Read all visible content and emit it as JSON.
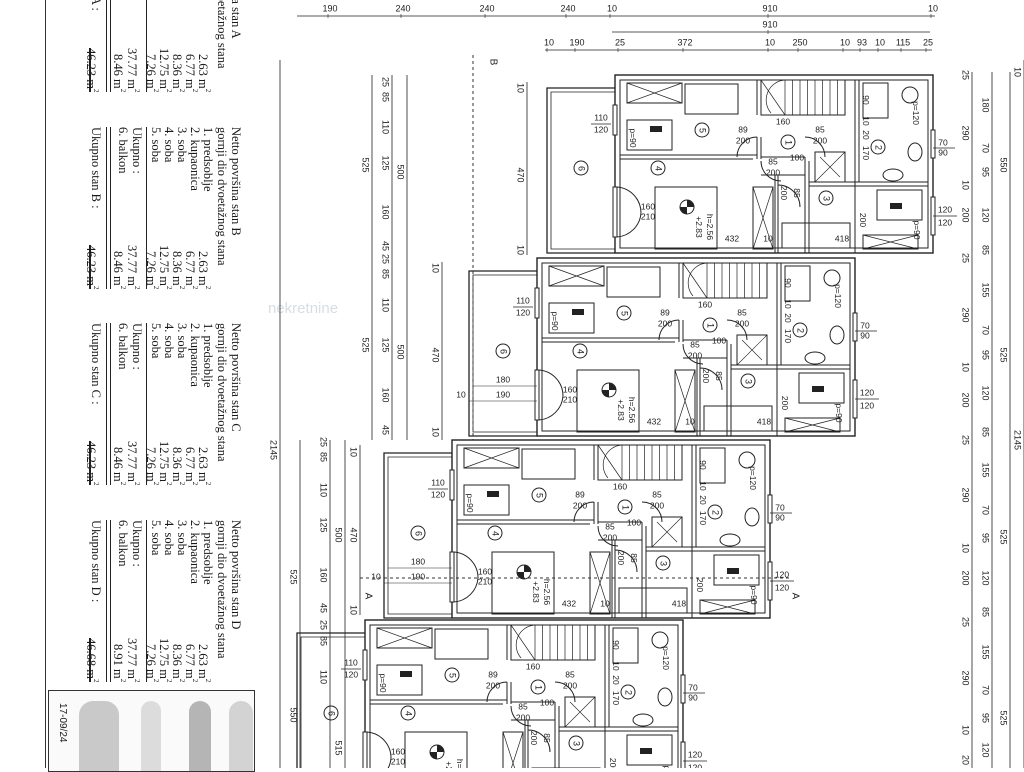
{
  "tables": [
    {
      "title": "Netto površina  stan A",
      "subtitle": "gornji dio dvoetažnog stana",
      "items": [
        {
          "label": "1.  predsoblje",
          "value": "2.63 m"
        },
        {
          "label": "2.  kupaonica",
          "value": "6.77 m"
        },
        {
          "label": "3.  soba",
          "value": "8.36 m"
        },
        {
          "label": "4.  soba",
          "value": "12.75 m"
        },
        {
          "label": "5.  soba",
          "value": "7.26 m"
        }
      ],
      "subtotal_label": "Ukupno :",
      "subtotal_value": "37.77 m",
      "balcony_label": "6.  balkon",
      "balcony_value": "8.46 m",
      "total_label": "Ukupno stan A :",
      "total_value": "46.23 m"
    },
    {
      "title": "Netto površina  stan B",
      "subtitle": "gornji dio dvoetažnog stana",
      "items": [
        {
          "label": "1.  predsoblje",
          "value": "2.63 m"
        },
        {
          "label": "2.  kupaonica",
          "value": "6.77 m"
        },
        {
          "label": "3.  soba",
          "value": "8.36 m"
        },
        {
          "label": "4.  soba",
          "value": "12.75 m"
        },
        {
          "label": "5.  soba",
          "value": "7.26 m"
        }
      ],
      "subtotal_label": "Ukupno :",
      "subtotal_value": "37.77 m",
      "balcony_label": "6.  balkon",
      "balcony_value": "8.46 m",
      "total_label": "Ukupno stan B :",
      "total_value": "46.23 m"
    },
    {
      "title": "Netto površina  stan C",
      "subtitle": "gornji dio dvoetažnog stana",
      "items": [
        {
          "label": "1.  predsoblje",
          "value": "2.63 m"
        },
        {
          "label": "2.  kupaonica",
          "value": "6.77 m"
        },
        {
          "label": "3.  soba",
          "value": "8.36 m"
        },
        {
          "label": "4.  soba",
          "value": "12.75 m"
        },
        {
          "label": "5.  soba",
          "value": "7.26 m"
        }
      ],
      "subtotal_label": "Ukupno :",
      "subtotal_value": "37.77 m",
      "balcony_label": "6.  balkon",
      "balcony_value": "8.46 m",
      "total_label": "Ukupno stan C :",
      "total_value": "46.23 m"
    },
    {
      "title": "Netto površina  stan D",
      "subtitle": "gornji dio dvoetažnog stana",
      "items": [
        {
          "label": "1.  predsoblje",
          "value": "2.63 m"
        },
        {
          "label": "2.  kupaonica",
          "value": "6.77 m"
        },
        {
          "label": "3.  soba",
          "value": "8.36 m"
        },
        {
          "label": "4.  soba",
          "value": "12.75 m"
        },
        {
          "label": "5.  soba",
          "value": "7.26 m"
        }
      ],
      "subtotal_label": "Ukupno :",
      "subtotal_value": "37.77 m",
      "balcony_label": "6.  balkon",
      "balcony_value": "8.91 m",
      "total_label": "Ukupno stan D :",
      "total_value": "46.68 m"
    }
  ],
  "area_unit_superscript": "2",
  "title_block": {
    "date": "17-09/24"
  },
  "watermark": "nekretnine",
  "section_markers": {
    "a": "A",
    "b": "B"
  },
  "unit_template": {
    "room_numbers": [
      "5",
      "4",
      "1",
      "2",
      "3",
      "6"
    ],
    "labels": [
      "110",
      "120",
      "p=90",
      "89",
      "200",
      "160",
      "85",
      "200",
      "100",
      "85",
      "200",
      "85",
      "200",
      "90",
      "10",
      "20",
      "170",
      "p=120",
      "70",
      "90",
      "120",
      "120",
      "200",
      "p=90",
      "160",
      "210",
      "+2.83",
      "h=2.56",
      "432",
      "10",
      "418"
    ],
    "balcony_dims": [
      "180",
      "10",
      "190"
    ]
  },
  "dimensions": {
    "top_row1": [
      "190",
      "240",
      "240",
      "240",
      "10",
      "910",
      "10"
    ],
    "top_row2": [
      "910"
    ],
    "top_row3": [
      "10",
      "190",
      "25",
      "372",
      "10",
      "250",
      "10",
      "93",
      "10",
      "115",
      "25"
    ],
    "right_col1": [
      "25",
      "290",
      "10",
      "200",
      "25",
      "290",
      "10",
      "200",
      "25",
      "290",
      "10",
      "200",
      "25",
      "290",
      "10",
      "20"
    ],
    "right_col2": [
      "180",
      "70",
      "95",
      "120",
      "85",
      "155",
      "70",
      "95",
      "120",
      "85",
      "155",
      "70",
      "95",
      "120",
      "85",
      "155",
      "70",
      "95",
      "120"
    ],
    "right_col3": [
      "550",
      "525",
      "525",
      "525"
    ],
    "right_col4": [
      "10",
      "2145"
    ],
    "left_unit_ab_fine": [
      "25",
      "85",
      "110",
      "125",
      "160",
      "45",
      "25",
      "85",
      "110",
      "125",
      "160",
      "45"
    ],
    "left_unit_ab_mid": [
      "500",
      "500"
    ],
    "left_unit_ab_outer": [
      "525",
      "525"
    ],
    "left_balcony_a": [
      "10",
      "470",
      "10"
    ],
    "left_balcony_b": [
      "10",
      "470",
      "10"
    ],
    "left_unit_cd_fine": [
      "25",
      "85",
      "110",
      "125",
      "160",
      "45",
      "25",
      "85",
      "110"
    ],
    "left_unit_cd_mid": [
      "500",
      "515"
    ],
    "left_unit_cd_outer": [
      "525",
      "550"
    ],
    "left_total": [
      "2145"
    ],
    "left_balcony_c": [
      "10",
      "470",
      "10"
    ]
  }
}
